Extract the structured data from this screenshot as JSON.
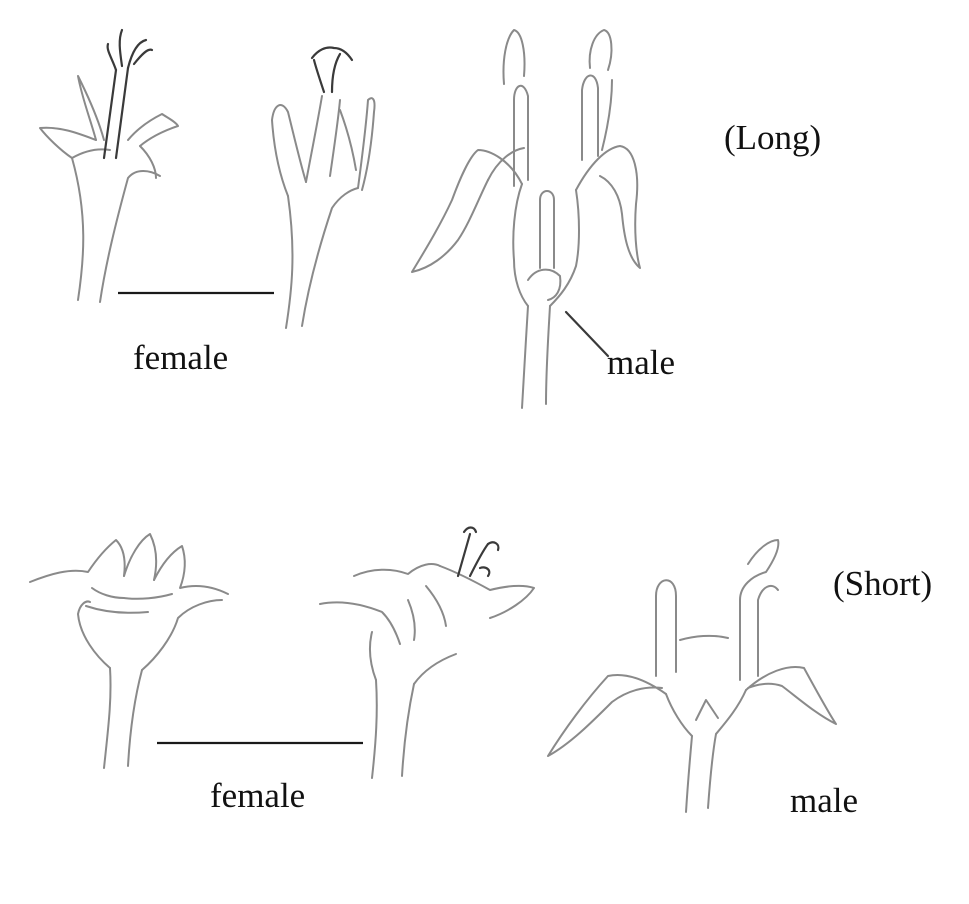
{
  "groups": {
    "long": {
      "heading": "(Long)",
      "female_label": "female",
      "male_label": "male"
    },
    "short": {
      "heading": "(Short)",
      "female_label": "female",
      "male_label": "male"
    }
  },
  "colors": {
    "ink": "#8a8a8a",
    "ink_dark": "#3a3a3a",
    "text": "#111111",
    "background": "#ffffff"
  }
}
